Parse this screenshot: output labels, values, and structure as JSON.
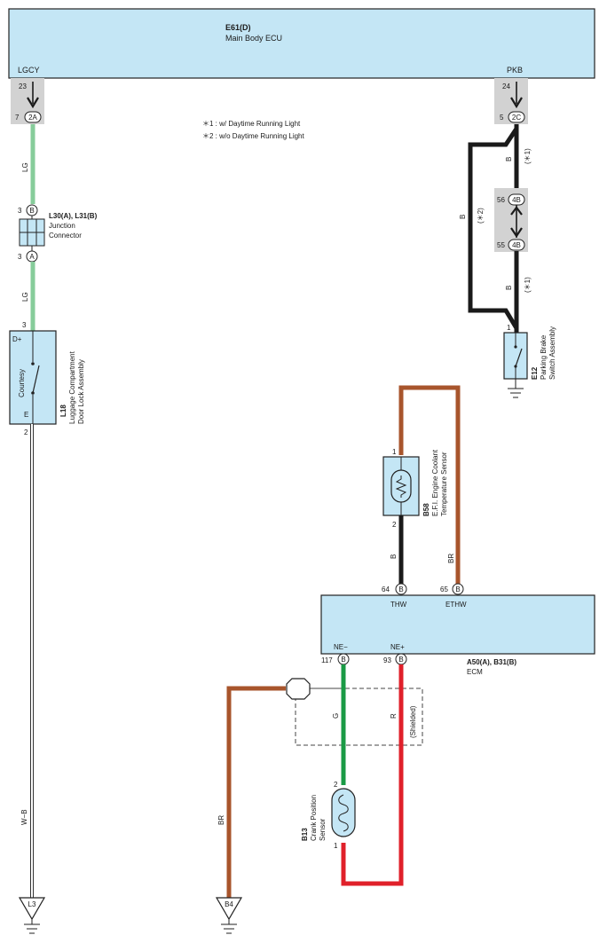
{
  "notes": {
    "note1": "＊1 : w/ Daytime Running Light",
    "note2": "＊2 : w/o Daytime Running Light"
  },
  "main_body_ecu": {
    "code": "E61(D)",
    "name": "Main Body ECU",
    "left_terminal": "LGCY",
    "right_terminal": "PKB",
    "left_pin": "23",
    "right_pin": "24",
    "left_conn_pin": "7",
    "left_conn": "2A",
    "right_conn_pin": "5",
    "right_conn": "2C"
  },
  "junction_connector": {
    "code": "L30(A), L31(B)",
    "name_line1": "Junction",
    "name_line2": "Connector",
    "top_pin": "3",
    "top_conn": "B",
    "bottom_pin": "3",
    "bottom_conn": "A"
  },
  "door_lock": {
    "code": "L18",
    "name_line1": "Luggage Compartment",
    "name_line2": "Door Lock Assembly",
    "pin_top": "3",
    "pin_bottom": "2",
    "term_top": "D+",
    "term_bottom": "E",
    "switch_label": "Courtesy"
  },
  "wires": {
    "lg_upper": "LG",
    "lg_lower": "LG",
    "wb": "W−B",
    "b_right_upper": "B",
    "b_right_upper_note": "(＊1)",
    "b_loop": "B",
    "b_loop_note": "(＊2)",
    "b_right_lower": "B",
    "b_right_lower_note": "(＊1)",
    "b_sensor": "B",
    "br_sensor": "BR",
    "g": "G",
    "r": "R",
    "br_left": "BR",
    "shielded": "(Shielded)"
  },
  "mid_connector": {
    "pin_top": "56",
    "conn_top": "4B",
    "pin_bottom": "55",
    "conn_bottom": "4B"
  },
  "parking_brake": {
    "code": "E12",
    "name_line1": "Parking Brake",
    "name_line2": "Switch Assembly",
    "pin": "1"
  },
  "coolant_sensor": {
    "code": "B58",
    "name_line1": "E.F.I. Engine Coolant",
    "name_line2": "Temperature Sensor",
    "pin_top": "1",
    "pin_bottom": "2"
  },
  "ecm": {
    "code": "A50(A), B31(B)",
    "name": "ECM",
    "thw_pin": "64",
    "thw_conn": "B",
    "thw": "THW",
    "ethw_pin": "65",
    "ethw_conn": "B",
    "ethw": "ETHW",
    "nem_pin": "117",
    "nem_conn": "B",
    "nem": "NE−",
    "nep_pin": "93",
    "nep_conn": "B",
    "nep": "NE+"
  },
  "crank_sensor": {
    "code": "B13",
    "name_line1": "Crank Position",
    "name_line2": "Sensor",
    "pin_top": "2",
    "pin_bottom": "1"
  },
  "grounds": {
    "l3": "L3",
    "b4": "B4"
  },
  "colors": {
    "box_fill": "#c4e6f5",
    "lg_wire": "#86cc9a",
    "g_wire": "#1a9a45",
    "r_wire": "#e0202a",
    "br_wire": "#a8552c",
    "b_wire": "#1a1a1a",
    "conn_band": "#d2d2d2"
  }
}
